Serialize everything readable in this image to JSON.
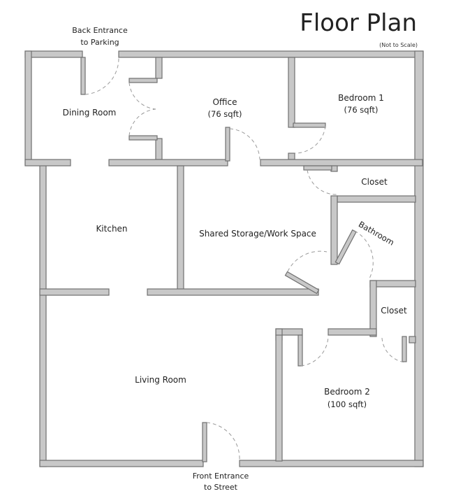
{
  "title": "Floor Plan",
  "scale_note": "(Not to Scale)",
  "entrances": {
    "back": {
      "line1": "Back Entrance",
      "line2": "to Parking"
    },
    "front": {
      "line1": "Front Entrance",
      "line2": "to Street"
    }
  },
  "rooms": {
    "dining": {
      "name": "Dining Room"
    },
    "office": {
      "name": "Office",
      "area": "(76 sqft)"
    },
    "bedroom1": {
      "name": "Bedroom 1",
      "area": "(76 sqft)"
    },
    "closet1": {
      "name": "Closet"
    },
    "kitchen": {
      "name": "Kitchen"
    },
    "storage": {
      "name": "Shared Storage/Work Space"
    },
    "bathroom": {
      "name": "Bathroom"
    },
    "closet2": {
      "name": "Closet"
    },
    "living": {
      "name": "Living Room"
    },
    "bedroom2": {
      "name": "Bedroom 2",
      "area": "(100 sqft)"
    }
  }
}
